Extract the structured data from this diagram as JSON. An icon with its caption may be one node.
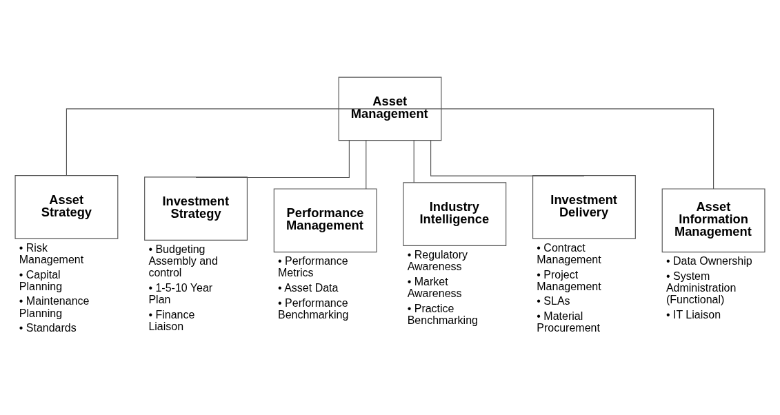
{
  "diagram": {
    "nodes": [
      {
        "text": [
          "Asset Management"
        ]
      },
      {
        "text": [
          "Asset Strategy"
        ],
        "beside": [
          "• Risk Management",
          "• Capital Planning",
          "• Maintenance Planning",
          "• Standards"
        ]
      },
      {
        "text": [
          "Investment Strategy"
        ],
        "beside": [
          "• Budgeting Assembly and control",
          "• 1-5-10 Year Plan",
          "• Finance Liaison"
        ]
      },
      {
        "text": [
          "Performance Management"
        ],
        "beside": [
          "• Performance Metrics",
          "• Asset Data",
          "• Performance Benchmarking"
        ]
      },
      {
        "text": [
          "Industry Intelligence"
        ],
        "beside": [
          "• Regulatory Awareness",
          "• Market Awareness",
          "• Practice Benchmarking"
        ]
      },
      {
        "text": [
          "Investment Delivery"
        ],
        "beside": [
          "• Contract Management",
          "• Project Management",
          "• SLAs",
          "• Material Procurement"
        ]
      },
      {
        "text": [
          "Asset Information Management"
        ],
        "beside": [
          "• Data Ownership",
          "• System Administration (Functional)",
          "• IT Liaison"
        ]
      }
    ],
    "edges": [
      {
        "from": 0,
        "to": 1,
        "arrow": "none"
      },
      {
        "from": 0,
        "to": 2,
        "arrow": "none"
      },
      {
        "from": 0,
        "to": 3,
        "arrow": "none"
      },
      {
        "from": 0,
        "to": 4,
        "arrow": "none"
      },
      {
        "from": 0,
        "to": 5,
        "arrow": "none"
      },
      {
        "from": 0,
        "to": 6,
        "arrow": "none"
      }
    ]
  }
}
